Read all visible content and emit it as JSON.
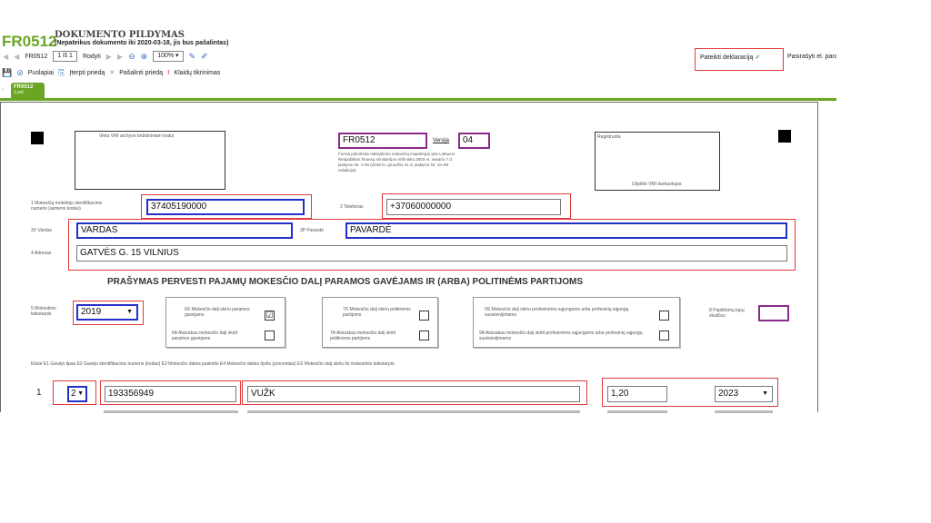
{
  "header": {
    "code": "FR0512",
    "title": "DOKUMENTO PILDYMAS",
    "subtitle": "(Nepateikus dokumento iki 2020-03-18, jis bus pašalintas)"
  },
  "toolbar": {
    "form_name": "FR0512",
    "page": "1 iš 1",
    "show_label": "Rodyti",
    "zoom": "100%",
    "submit_label": "Pateikti deklaraciją",
    "sign_label": "Pasirašyti el. para",
    "pages_label": "Puslapiai",
    "insert_attachment": "Įterpti priedą",
    "remove_attachment": "Pašalinti priedą",
    "error_check": "Klaidų tikrinimas"
  },
  "tab": {
    "code": "FR0512",
    "sub": "1 psl."
  },
  "form": {
    "vmi_stamp_label": "Vieta VMI archyvo brūkšniniam kodui",
    "form_code": "FR0512",
    "version_label": "Versija",
    "version": "04",
    "approval_note": "Forma patvirtinta Valstybinės mokesčių inspekcijos prie Lietuvos Respublikos finansų ministerijos viršininko 2003 m. vasario 7 d. įsakymu Nr. V-45 (2018 m. gruodžio 21 d. įsakymo Nr. VA-99 redakcija)",
    "reg_label": "Registruota",
    "vmi_fill": "Užpildo VMI darbuotojas",
    "f1_label": "1 Mokesčių mokėtojo identifikacinis numeris (asmens kodas)",
    "f1_value": "37405190000",
    "f2_label": "2 Telefonas",
    "f2_value": "+37060000000",
    "f3v_label": "3V Vardas",
    "f3v_value": "VARDAS",
    "f3p_label": "3P Pavardė",
    "f3p_value": "PAVARDĖ",
    "f4_label": "4 Adresas",
    "f4_value": "GATVĖS G. 15 VILNIUS",
    "main_heading": "PRAŠYMAS PERVESTI PAJAMŲ MOKESČIO DALĮ PARAMOS GAVĖJAMS IR (ARBA) POLITINĖMS PARTIJOMS",
    "f5_label": "5 Mokestinis laikotarpis",
    "f5_value": "2019",
    "g6s": "6S Mokesčio dalį skiriu paramos gavėjams",
    "g6s_checked": "☑",
    "g6a": "6A Atsisakau mokesčio dalį skirti paramos gavėjams",
    "g7s": "7S Mokesčio dalį skiriu politinėms partijoms",
    "g7a": "7A Atsisakau mokesčio dalį skirti politinėms partijoms",
    "g9s": "9S Mokesčio dalį skiriu profesinėms sąjungoms arba profesinių sąjungų susivienijimams",
    "g9a": "9A Atsisakau mokesčio dalį skirti profesinėms sąjungoms arba profesinių sąjungų susivienijimams",
    "f8_label": "8 Papildomų lapų skaičius",
    "table_header": "Eilutė E1 Gavėjo tipas E2 Gavėjo identifikacinis numeris (kodas) E3 Mokesčio dalies paskirtis E4 Mokesčio dalies dydis (procentais) E5 Mokesčio dalį skiriu iki mokestinio laikotarpio",
    "row1": {
      "num": "1",
      "type": "2",
      "id": "193356949",
      "purpose": "VUŽK",
      "percent": "1,20",
      "until": "2023"
    }
  }
}
